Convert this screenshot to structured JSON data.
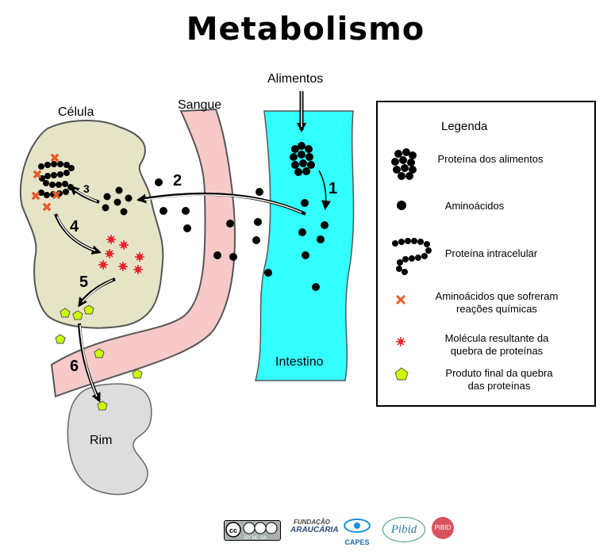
{
  "title": "Metabolismo",
  "labels": {
    "celula": "Célula",
    "sangue": "Sangue",
    "alimentos": "Alimentos",
    "intestino": "Intestino",
    "rim": "Rim"
  },
  "steps": [
    "1",
    "2",
    "3",
    "4",
    "5",
    "6"
  ],
  "legend": {
    "title": "Legenda",
    "items": [
      {
        "icon": "protein-cluster-icon",
        "text": "Proteína dos alimentos"
      },
      {
        "icon": "amino-acid-dot-icon",
        "text": "Aminoácidos"
      },
      {
        "icon": "protein-chain-icon",
        "text": "Proteína intracelular"
      },
      {
        "icon": "red-cross-icon",
        "text_line1": "Aminoácidos que sofreram",
        "text_line2": "reações químicas"
      },
      {
        "icon": "red-star-icon",
        "text_line1": "Molécula resultante da",
        "text_line2": "quebra de proteínas"
      },
      {
        "icon": "green-pentagon-icon",
        "text_line1": "Produto final da quebra",
        "text_line2": "das proteínas"
      }
    ]
  },
  "footer": {
    "cc": "cc",
    "cc_terms": "BY  NC  SA",
    "fundacao": "FUNDAÇÃO",
    "araucaria": "ARAUCÁRIA",
    "capes": "CAPES",
    "pibid": "Pibid",
    "pibid2": "PIBID"
  },
  "colors": {
    "intestine": "#33ffff",
    "blood": "#f7c9c9",
    "cell": "#e6e4c6",
    "kidney": "#dddddd",
    "red": "#f15a24",
    "green": "#ccff00"
  }
}
